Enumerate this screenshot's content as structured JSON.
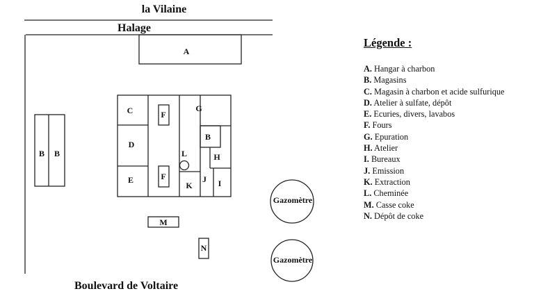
{
  "map": {
    "river_label": "la Vilaine",
    "towpath_label": "Halage",
    "street_label": "Boulevard de Voltaire",
    "buildings": {
      "A": "A",
      "B": "B",
      "C": "C",
      "D": "D",
      "E": "E",
      "F": "F",
      "G": "G",
      "H": "H",
      "I": "I",
      "J": "J",
      "K": "K",
      "L": "L",
      "M": "M",
      "N": "N"
    },
    "gasometer_label": "Gazomètre"
  },
  "legend": {
    "title": "Légende :",
    "items": [
      {
        "key": "A.",
        "label": "Hangar à charbon"
      },
      {
        "key": "B.",
        "label": "Magasins"
      },
      {
        "key": "C.",
        "label": "Magasin à charbon et acide sulfurique"
      },
      {
        "key": "D.",
        "label": "Atelier à sulfate, dépôt"
      },
      {
        "key": "E.",
        "label": "Ecuries, divers, lavabos"
      },
      {
        "key": "F.",
        "label": "Fours"
      },
      {
        "key": "G.",
        "label": "Epuration"
      },
      {
        "key": "H.",
        "label": "Atelier"
      },
      {
        "key": "I.",
        "label": "Bureaux"
      },
      {
        "key": "J.",
        "label": "Emission"
      },
      {
        "key": "K.",
        "label": "Extraction"
      },
      {
        "key": "L.",
        "label": "Cheminée"
      },
      {
        "key": "M.",
        "label": "Casse coke"
      },
      {
        "key": "N.",
        "label": "Dépôt de coke"
      }
    ]
  }
}
